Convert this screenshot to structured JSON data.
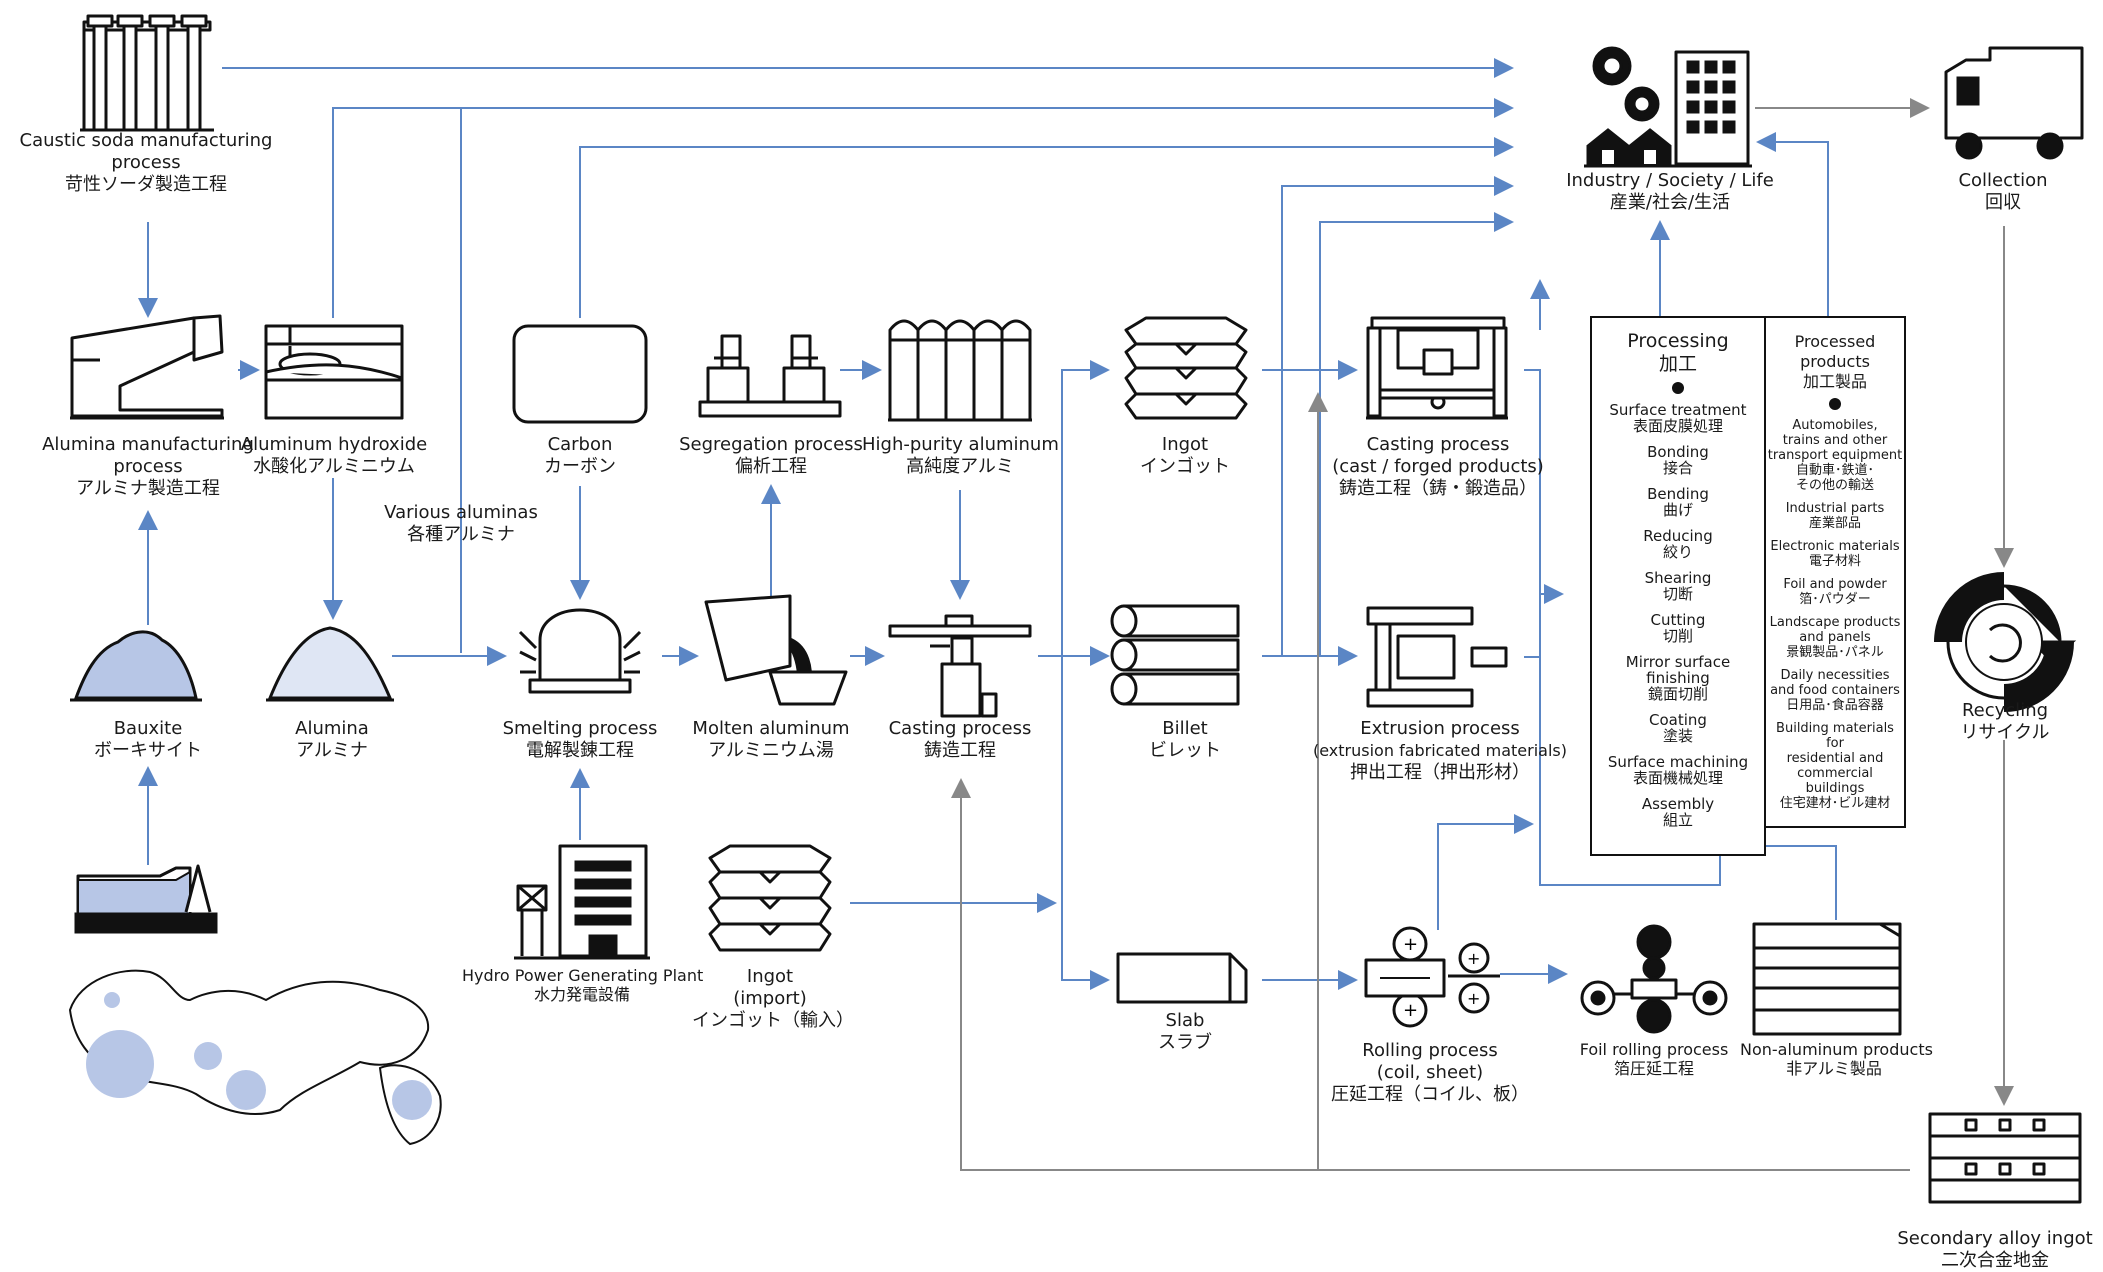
{
  "nodes": {
    "caustic": {
      "en": [
        "Caustic soda manufacturing",
        "process"
      ],
      "jp": "苛性ソーダ製造工程"
    },
    "alumina_mfg": {
      "en": [
        "Alumina manufacturing",
        "process"
      ],
      "jp": "アルミナ製造工程"
    },
    "hydroxide": {
      "en": [
        "Aluminum hydroxide"
      ],
      "jp": "水酸化アルミニウム"
    },
    "various": {
      "en": [
        "Various aluminas"
      ],
      "jp": "各種アルミナ"
    },
    "carbon": {
      "en": [
        "Carbon"
      ],
      "jp": "カーボン"
    },
    "segregation": {
      "en": [
        "Segregation process"
      ],
      "jp": "偏析工程"
    },
    "high_purity": {
      "en": [
        "High-purity aluminum"
      ],
      "jp": "高純度アルミ"
    },
    "ingot": {
      "en": [
        "Ingot"
      ],
      "jp": "インゴット"
    },
    "casting_cast": {
      "en": [
        "Casting process",
        "(cast / forged products)"
      ],
      "jp": "鋳造工程（鋳・鍛造品）"
    },
    "bauxite": {
      "en": [
        "Bauxite"
      ],
      "jp": "ボーキサイト"
    },
    "alumina": {
      "en": [
        "Alumina"
      ],
      "jp": "アルミナ"
    },
    "smelting": {
      "en": [
        "Smelting process"
      ],
      "jp": "電解製錬工程"
    },
    "molten": {
      "en": [
        "Molten aluminum"
      ],
      "jp": "アルミニウム湯"
    },
    "casting": {
      "en": [
        "Casting process"
      ],
      "jp": "鋳造工程"
    },
    "billet": {
      "en": [
        "Billet"
      ],
      "jp": "ビレット"
    },
    "extrusion": {
      "en": [
        "Extrusion process",
        "(extrusion fabricated materials)"
      ],
      "jp": "押出工程（押出形材）"
    },
    "hydro": {
      "en": [
        "Hydro Power Generating Plant"
      ],
      "jp": "水力発電設備"
    },
    "ingot_import": {
      "en": [
        "Ingot",
        "(import)"
      ],
      "jp": "インゴット（輸入）"
    },
    "slab": {
      "en": [
        "Slab"
      ],
      "jp": "スラブ"
    },
    "rolling": {
      "en": [
        "Rolling process",
        "(coil, sheet)"
      ],
      "jp": "圧延工程（コイル、板）"
    },
    "foil": {
      "en": [
        "Foil rolling process"
      ],
      "jp": "箔圧延工程"
    },
    "non_al": {
      "en": [
        "Non-aluminum products"
      ],
      "jp": "非アルミ製品"
    },
    "industry": {
      "en": [
        "Industry / Society / Life"
      ],
      "jp": "産業/社会/生活"
    },
    "collection": {
      "en": [
        "Collection"
      ],
      "jp": "回収"
    },
    "recycling": {
      "en": [
        "Recycling"
      ],
      "jp": "リサイクル"
    },
    "secondary": {
      "en": [
        "Secondary alloy ingot"
      ],
      "jp": "二次合金地金"
    }
  },
  "processing": {
    "title": "Processing",
    "title_jp": "加工",
    "items": [
      {
        "en": "Surface treatment",
        "jp": "表面皮膜処理"
      },
      {
        "en": "Bonding",
        "jp": "接合"
      },
      {
        "en": "Bending",
        "jp": "曲げ"
      },
      {
        "en": "Reducing",
        "jp": "絞り"
      },
      {
        "en": "Shearing",
        "jp": "切断"
      },
      {
        "en": "Cutting",
        "jp": "切削"
      },
      {
        "en": "Mirror surface\nfinishing",
        "jp": "鏡面切削"
      },
      {
        "en": "Coating",
        "jp": "塗装"
      },
      {
        "en": "Surface machining",
        "jp": "表面機械処理"
      },
      {
        "en": "Assembly",
        "jp": "組立"
      }
    ]
  },
  "processed_products": {
    "title": "Processed products",
    "title_jp": "加工製品",
    "items": [
      {
        "en": "Automobiles,\ntrains and other\ntransport equipment",
        "jp": "自動車･鉄道･\nその他の輸送"
      },
      {
        "en": "Industrial parts",
        "jp": "産業部品"
      },
      {
        "en": "Electronic materials",
        "jp": "電子材料"
      },
      {
        "en": "Foil and powder",
        "jp": "箔･パウダー"
      },
      {
        "en": "Landscape products\nand panels",
        "jp": "景観製品･パネル"
      },
      {
        "en": "Daily necessities\nand food containers",
        "jp": "日用品･食品容器"
      },
      {
        "en": "Building materials for\nresidential and\ncommercial buildings",
        "jp": "住宅建材･ビル建材"
      }
    ]
  },
  "colors": {
    "flow": "#5b86c5",
    "feedback": "#888888",
    "ore": "#b7c6e6",
    "alumina": "#dfe6f4"
  }
}
